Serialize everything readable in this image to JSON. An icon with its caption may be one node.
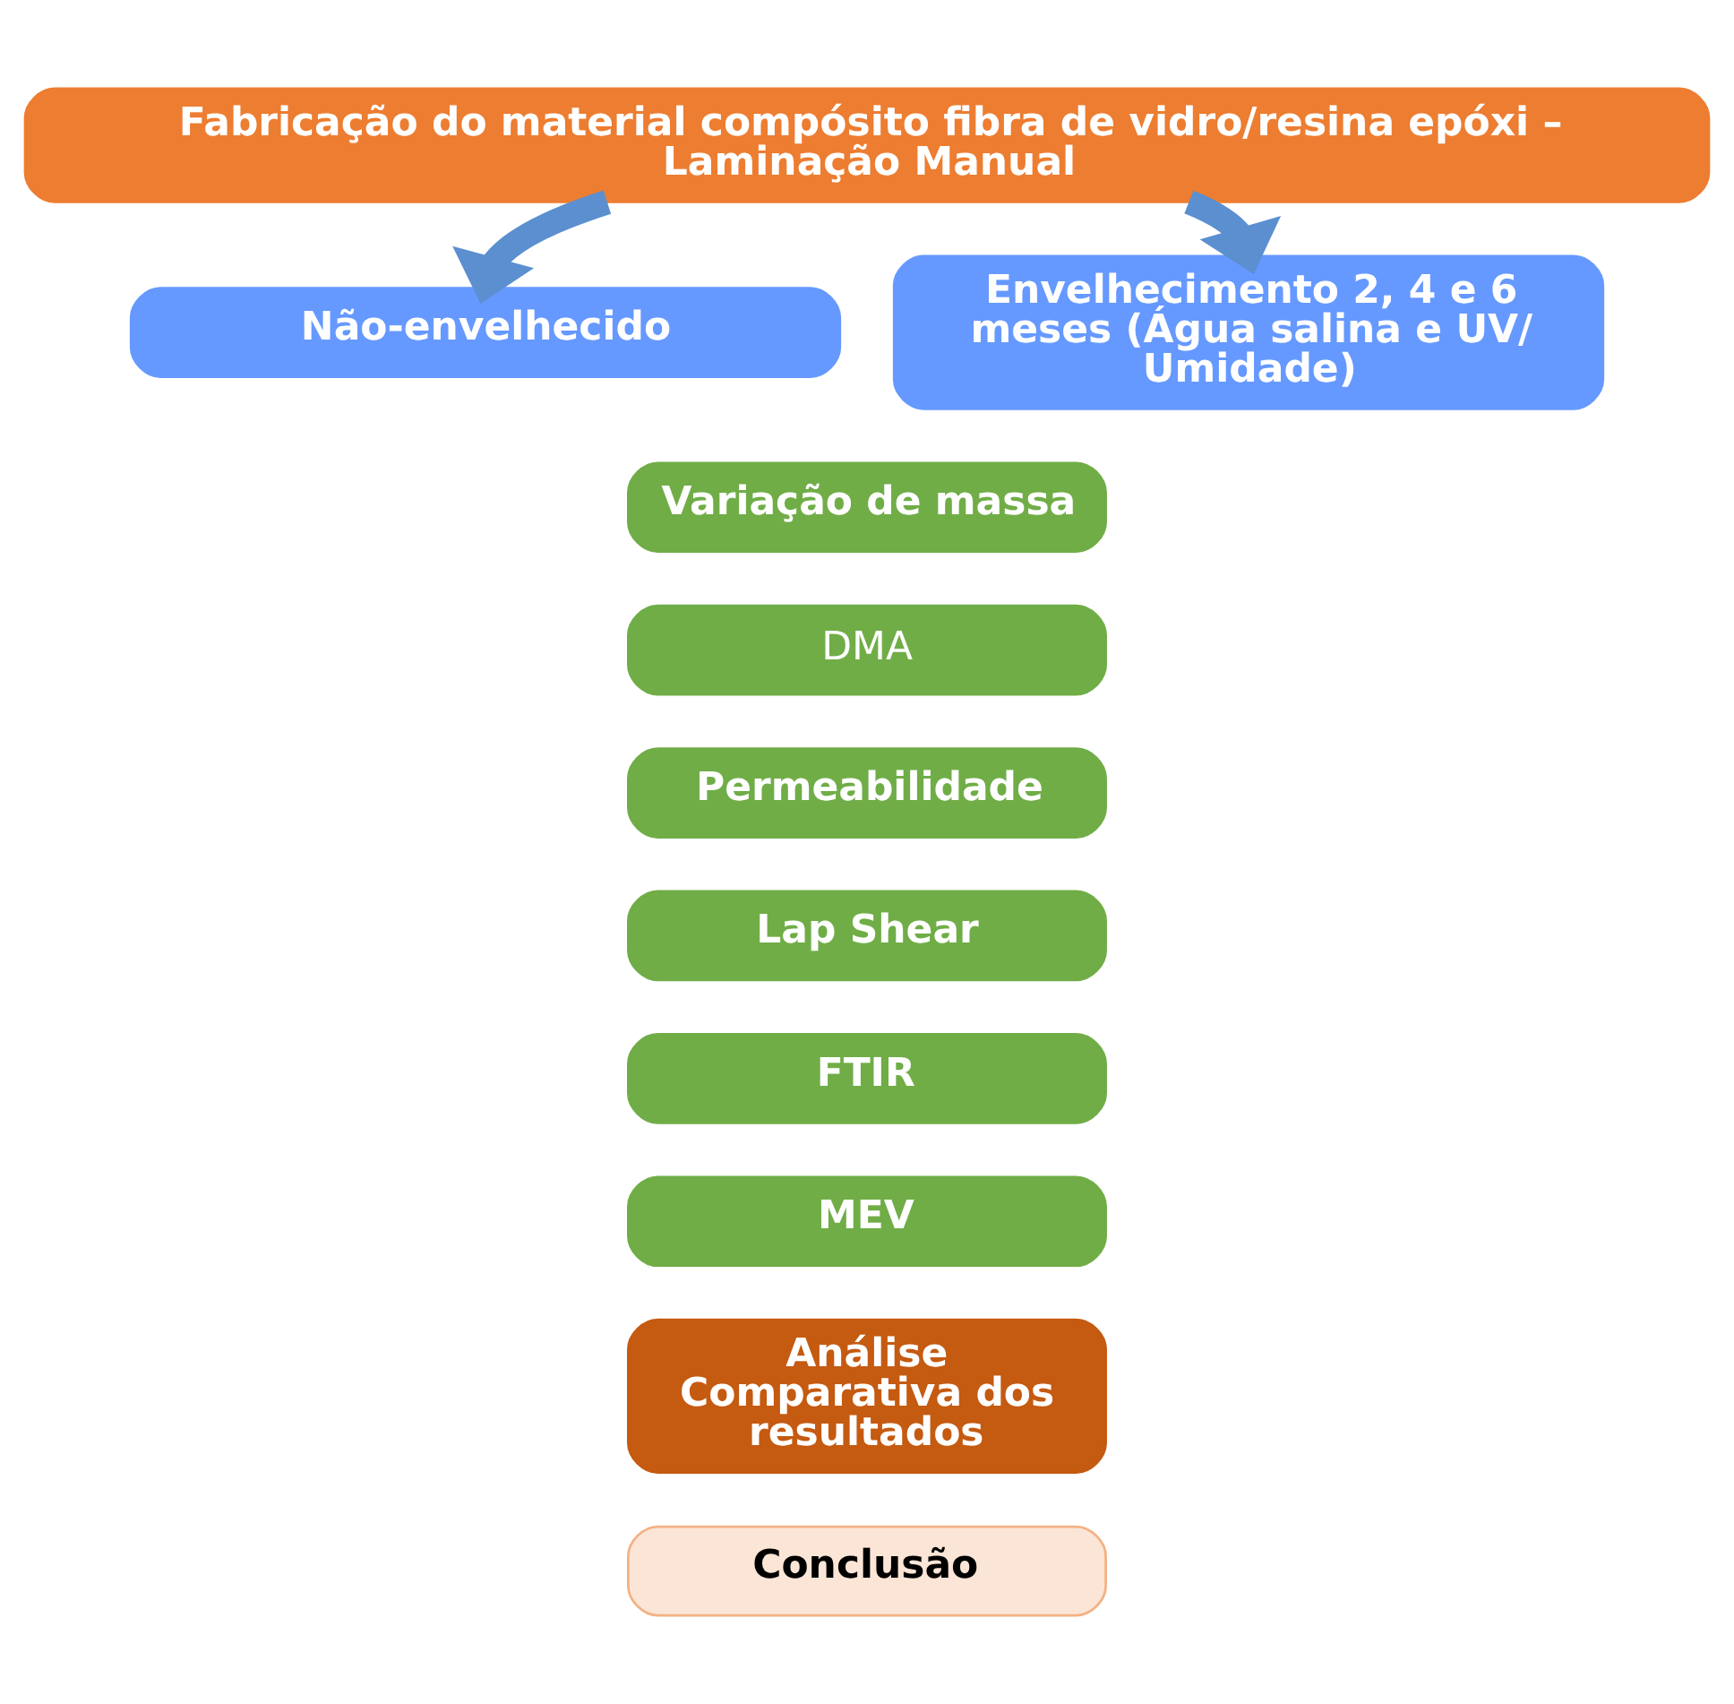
{
  "diagram": {
    "nodes": [
      {
        "text": [
          "Fabricação do material compósito fibra de vidro/resina epóxi – Laminação Manual"
        ]
      },
      {
        "text": [
          "Não-envelhecido"
        ]
      },
      {
        "text": [
          "Envelhecimento 2, 4 e 6 meses (Água salina e UV/ Umidade)"
        ]
      },
      {
        "text": [
          "Variação de massa"
        ]
      },
      {
        "text": [
          "DMA"
        ]
      },
      {
        "text": [
          "Permeabilidade"
        ]
      },
      {
        "text": [
          "Lap Shear"
        ]
      },
      {
        "text": [
          "FTIR"
        ]
      },
      {
        "text": [
          "MEV"
        ]
      },
      {
        "text": [
          "Análise Comparativa dos resultados"
        ]
      },
      {
        "text": [
          "Conclusão"
        ]
      }
    ],
    "edges": [
      {
        "from": 0,
        "to": 1,
        "arrow": "to"
      },
      {
        "from": 0,
        "to": 2,
        "arrow": "to"
      }
    ]
  }
}
